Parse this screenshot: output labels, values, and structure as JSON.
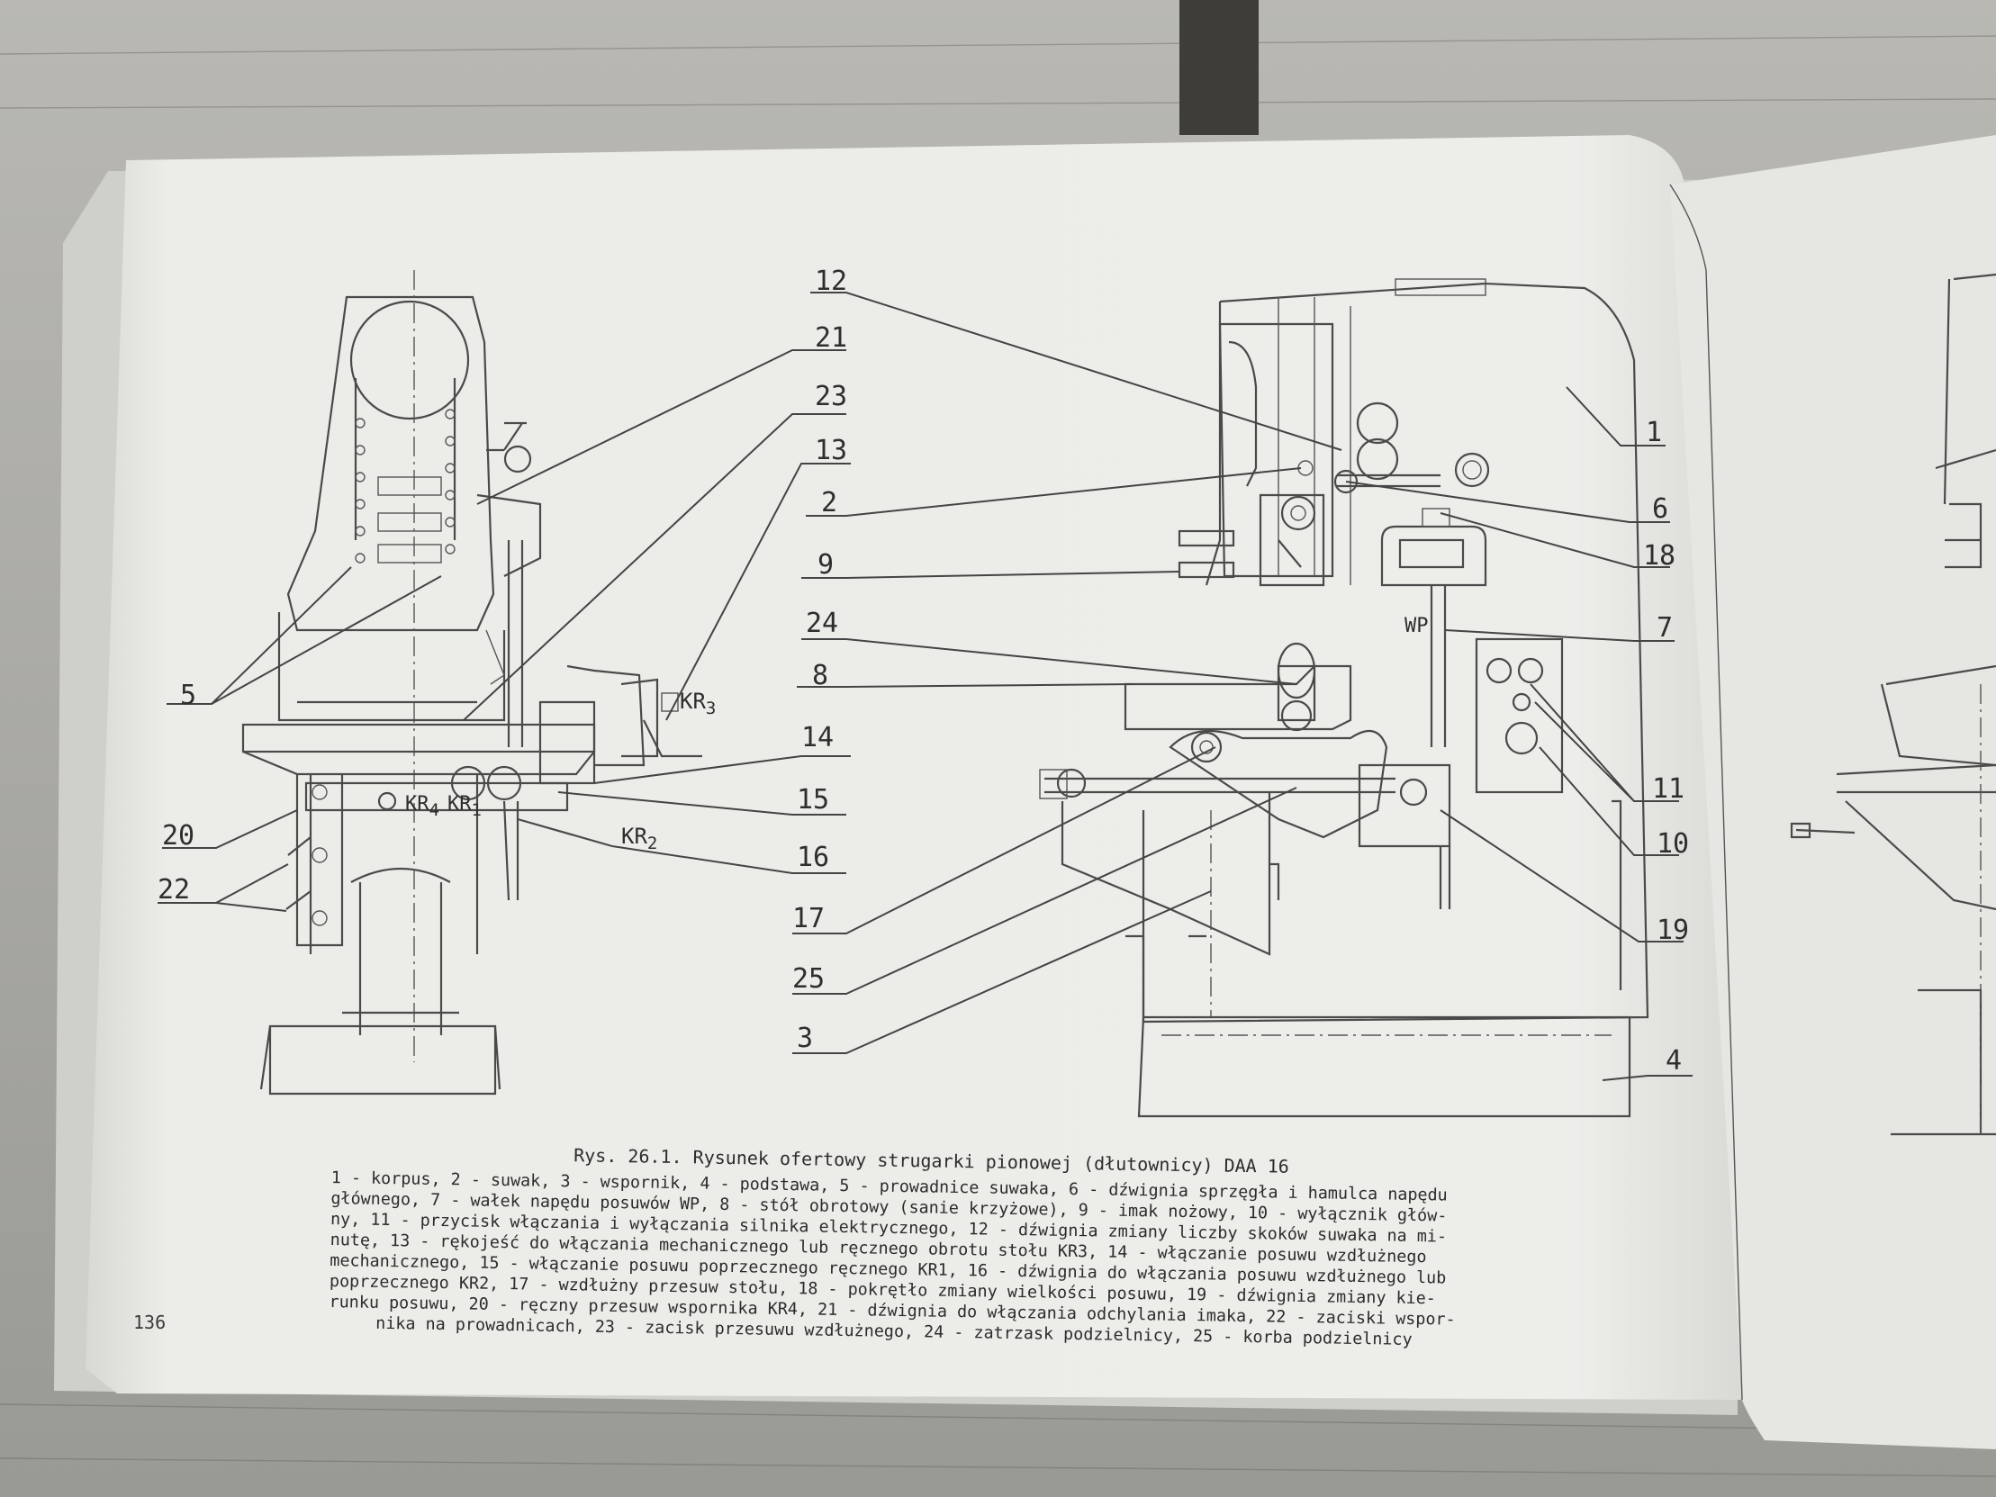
{
  "figure": {
    "caption_title": "Rys. 26.1. Rysunek ofertowy strugarki pionowej (dłutownicy) DAA 16",
    "caption_lines": [
      "1 - korpus, 2 - suwak, 3 - wspornik, 4 - podstawa, 5 - prowadnice suwaka, 6 - dźwignia sprzęgła i hamulca napędu",
      "głównego, 7 - wałek napędu posuwów WP, 8 - stół obrotowy (sanie krzyżowe), 9 - imak nożowy, 10 - wyłącznik głów-",
      "ny, 11 - przycisk włączania i wyłączania silnika elektrycznego, 12 - dźwignia zmiany liczby skoków suwaka na mi-",
      "nutę, 13 - rękojeść do włączania mechanicznego lub ręcznego obrotu stołu KR3, 14 - włączanie posuwu wzdłużnego",
      "mechanicznego, 15 - włączanie posuwu poprzecznego ręcznego KR1, 16 - dźwignia do włączania posuwu wzdłużnego lub",
      "poprzecznego KR2, 17 - wzdłużny przesuw stołu, 18 - pokrętło zmiany wielkości posuwu, 19 - dźwignia zmiany kie-",
      "runku posuwu, 20 - ręczny przesuw wspornika KR4, 21 - dźwignia do włączania odchylania imaka, 22 - zaciski wspor-",
      "nika na prowadnicach, 23 - zacisk przesuwu wzdłużnego, 24 - zatrzask podzielnicy, 25 - korba podzielnicy"
    ],
    "page_number": "136"
  },
  "callouts": {
    "left_view": [
      "5",
      "20",
      "22",
      "21",
      "23",
      "13",
      "2",
      "9",
      "24",
      "8",
      "14",
      "15",
      "16",
      "17",
      "25",
      "3"
    ],
    "right_view": [
      "12",
      "1",
      "6",
      "18",
      "7",
      "11",
      "10",
      "19",
      "4"
    ]
  },
  "drawing_marks": {
    "kr": "KR",
    "sub1": "1",
    "sub2": "2",
    "sub3": "3",
    "sub4": "4",
    "wp": "WP"
  },
  "colors": {
    "paper": "#ecece8",
    "ink": "#2e2e2e",
    "table": "#a6a6a0"
  }
}
